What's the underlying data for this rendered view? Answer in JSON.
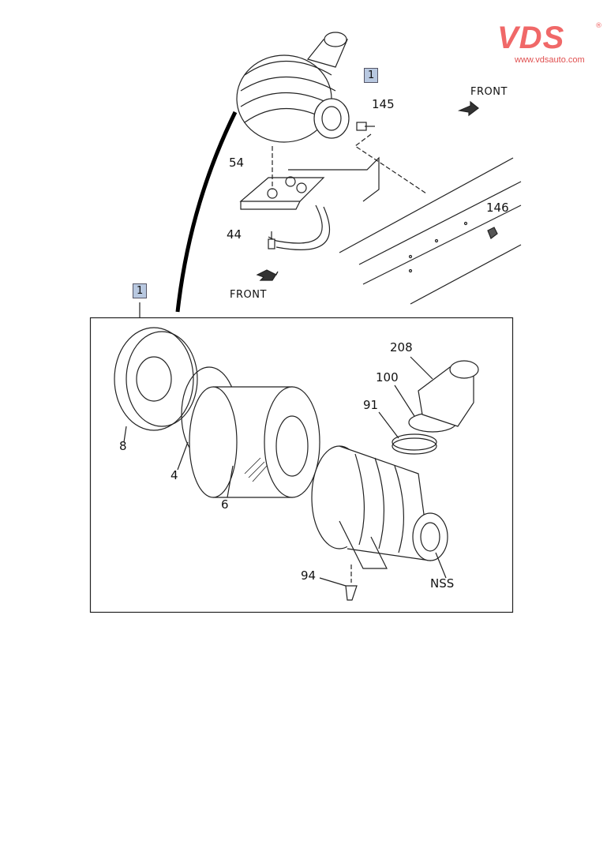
{
  "logo": {
    "brand": "VDS",
    "registered": "®",
    "url": "www.vdsauto.com",
    "color": "#f06868"
  },
  "upper_view": {
    "labels": {
      "assembly_ref": "1",
      "bolt": "145",
      "direction": "FRONT",
      "bracket": "54",
      "nut": "146",
      "bolt_lower": "44",
      "direction_lower": "FRONT"
    }
  },
  "exploded_view": {
    "assembly_ref": "1",
    "labels": {
      "intake_elbow": "208",
      "clamp_band": "100",
      "clamp": "91",
      "cover": "8",
      "gasket": "4",
      "element": "6",
      "valve": "94",
      "body": "NSS"
    }
  }
}
